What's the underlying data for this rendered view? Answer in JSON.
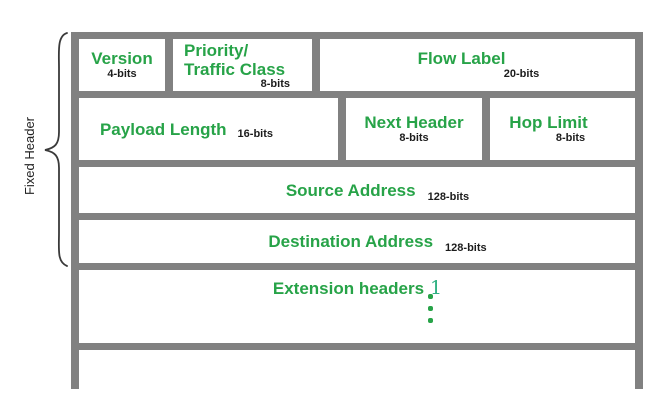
{
  "side_label": "Fixed Header",
  "colors": {
    "accent_green": "#27a348",
    "grid_gray": "#818181",
    "bits_text": "#1c1c1c",
    "extension_number_green": "#2eb082",
    "annotation_text": "#222222"
  },
  "fields": {
    "version": {
      "label": "Version",
      "bits": "4-bits"
    },
    "traffic_class": {
      "line1": "Priority/",
      "line2": "Traffic Class",
      "bits": "8-bits"
    },
    "flow_label": {
      "label": "Flow Label",
      "bits": "20-bits"
    },
    "payload_length": {
      "label": "Payload Length",
      "bits": "16-bits"
    },
    "next_header": {
      "label": "Next Header",
      "bits": "8-bits"
    },
    "hop_limit": {
      "label": "Hop Limit",
      "bits": "8-bits"
    },
    "source_address": {
      "label": "Source Address",
      "bits": "128-bits"
    },
    "destination_address": {
      "label": "Destination Address",
      "bits": "128-bits"
    },
    "extension_headers": {
      "label": "Extension headers",
      "number": "1"
    }
  }
}
